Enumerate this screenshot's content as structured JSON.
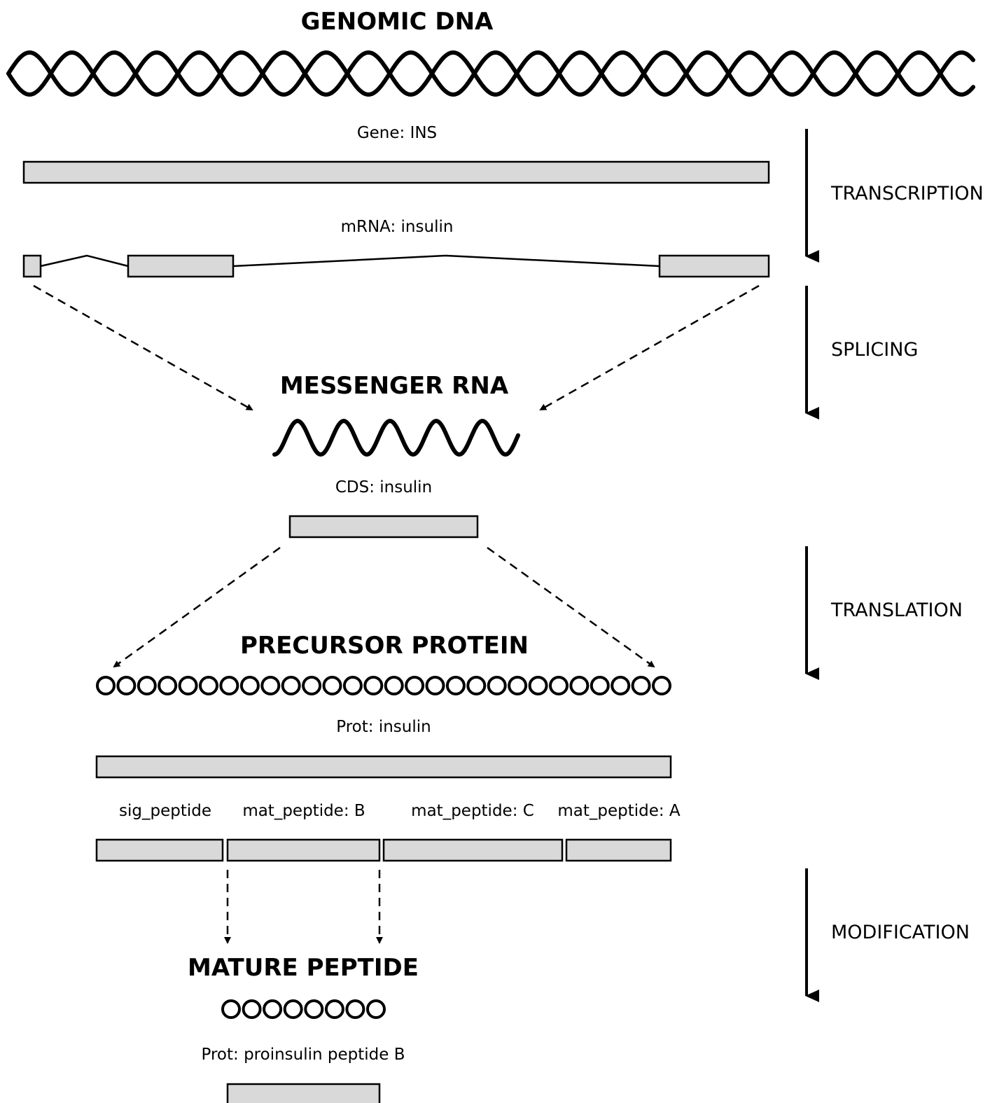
{
  "titles": {
    "genomic_dna": "GENOMIC DNA",
    "messenger_rna": "MESSENGER RNA",
    "precursor_protein": "PRECURSOR PROTEIN",
    "mature_peptide": "MATURE PEPTIDE"
  },
  "labels": {
    "gene": "Gene: INS",
    "mrna": "mRNA: insulin",
    "cds": "CDS: insulin",
    "prot": "Prot: insulin",
    "sig_peptide": "sig_peptide",
    "mat_peptide_b": "mat_peptide: B",
    "mat_peptide_c": "mat_peptide: C",
    "mat_peptide_a": "mat_peptide: A",
    "prot_mature": "Prot: proinsulin peptide B"
  },
  "steps": {
    "transcription": "TRANSCRIPTION",
    "splicing": "SPLICING",
    "translation": "TRANSLATION",
    "modification": "MODIFICATION"
  },
  "colors": {
    "box_fill": "#d9d9d9",
    "stroke": "#000000"
  }
}
